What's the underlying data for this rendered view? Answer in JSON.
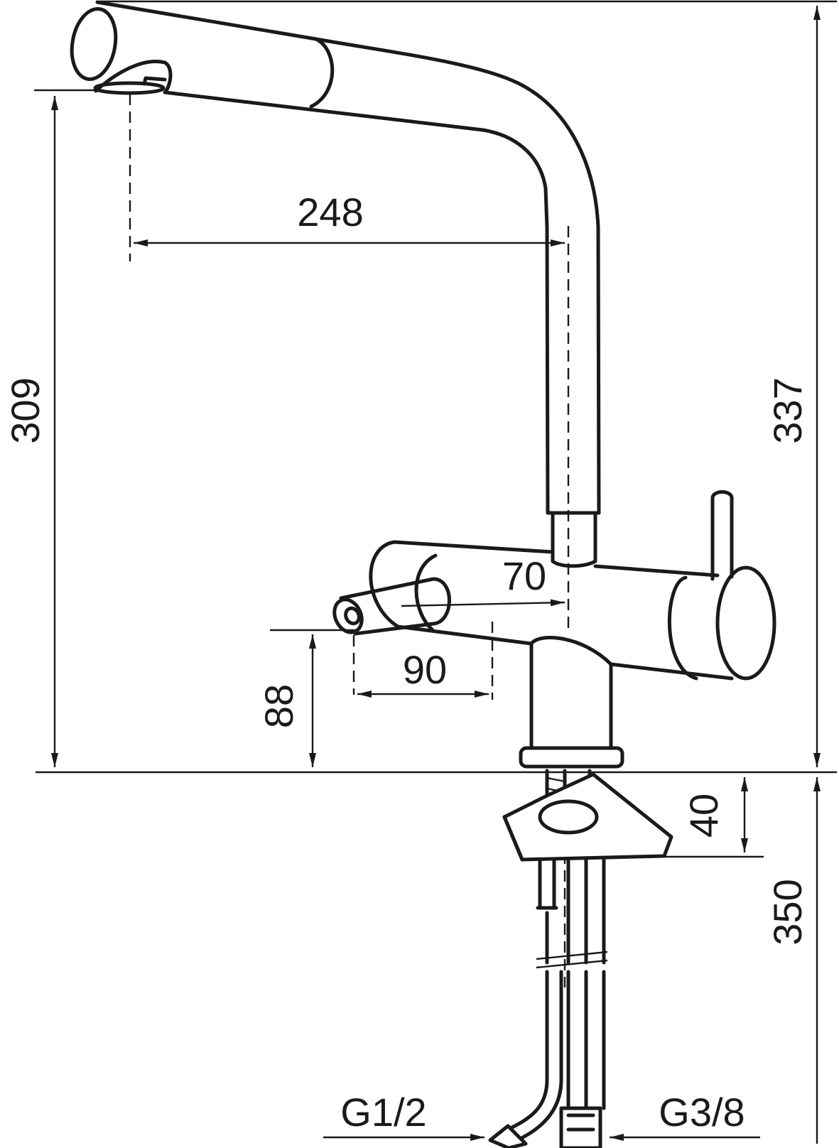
{
  "dimensions": {
    "spout_reach": "248",
    "spout_height": "309",
    "total_height": "337",
    "side_spout_length": "70",
    "side_spout_reach": "90",
    "side_spout_height": "88",
    "mount_thickness": "40",
    "hose_length": "350"
  },
  "connections": {
    "left": "G1/2",
    "right": "G3/8"
  }
}
